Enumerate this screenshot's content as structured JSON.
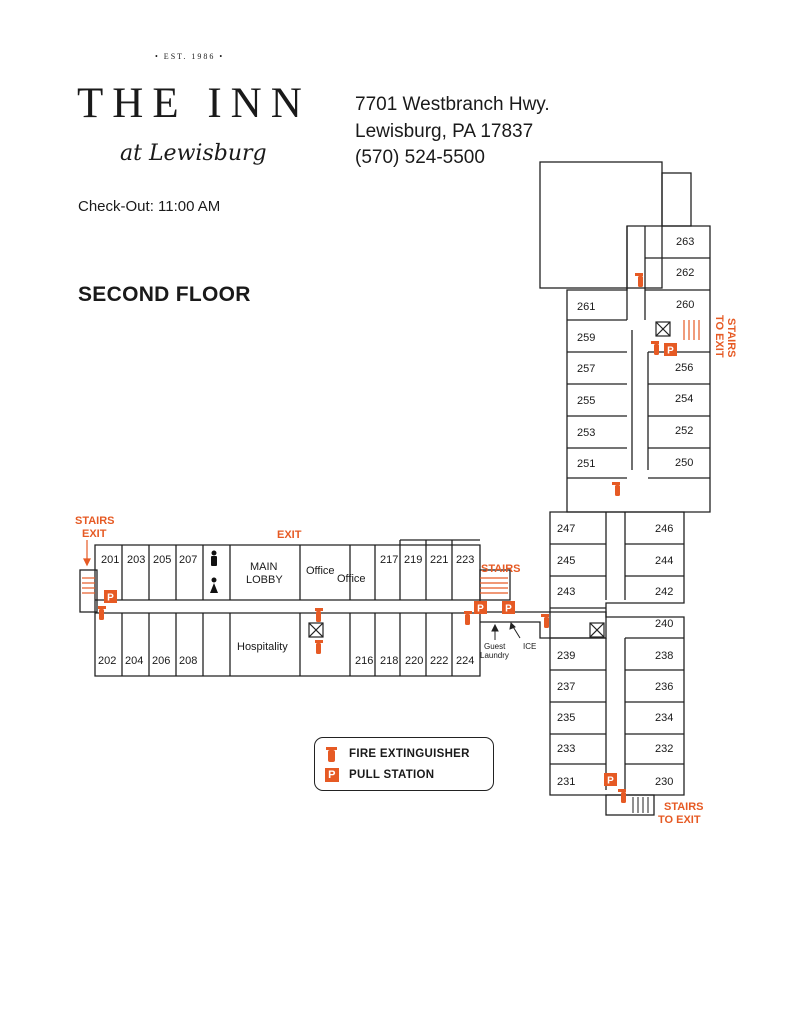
{
  "header": {
    "established": "• EST. 1986 •",
    "logo_main": "THE INN",
    "logo_script": "at Lewisburg",
    "address_line1": "7701 Westbranch Hwy.",
    "address_line2": "Lewisburg, PA 17837",
    "phone": "(570) 524-5500",
    "checkout": "Check-Out: 11:00 AM",
    "floor_title": "SECOND FLOOR"
  },
  "colors": {
    "accent": "#e65a24",
    "line": "#222222"
  },
  "icons": [
    "fire-extinguisher-icon",
    "pull-station-icon",
    "restroom-man-icon",
    "restroom-woman-icon",
    "elevator-icon",
    "stairs-icon"
  ],
  "rooms": {
    "r201": "201",
    "r203": "203",
    "r205": "205",
    "r207": "207",
    "r202": "202",
    "r204": "204",
    "r206": "206",
    "r208": "208",
    "r216": "216",
    "r217": "217",
    "r218": "218",
    "r219": "219",
    "r220": "220",
    "r221": "221",
    "r222": "222",
    "r223": "223",
    "r224": "224",
    "r231": "231",
    "r230": "230",
    "r233": "233",
    "r232": "232",
    "r235": "235",
    "r234": "234",
    "r237": "237",
    "r236": "236",
    "r239": "239",
    "r238": "238",
    "r240": "240",
    "r243": "243",
    "r242": "242",
    "r245": "245",
    "r244": "244",
    "r247": "247",
    "r246": "246",
    "r250": "250",
    "r251": "251",
    "r252": "252",
    "r253": "253",
    "r254": "254",
    "r255": "255",
    "r256": "256",
    "r257": "257",
    "r259": "259",
    "r260": "260",
    "r261": "261",
    "r262": "262",
    "r263": "263"
  },
  "labels": {
    "main": "MAIN",
    "lobby": "LOBBY",
    "office1": "Office",
    "office2": "Office",
    "hospitality": "Hospitality",
    "guest": "Guest",
    "laundry": "Laundry",
    "ice": "ICE",
    "stairs_west": "STAIRS",
    "exit_west": "EXIT",
    "exit_lobby": "EXIT",
    "stairs_center": "STAIRS",
    "stairs_south_1": "STAIRS",
    "stairs_south_2": "TO EXIT",
    "stairs_north_1": "STAIRS",
    "stairs_north_2": "TO EXIT",
    "pull_letter": "P"
  },
  "legend": {
    "fire_extinguisher": "FIRE EXTINGUISHER",
    "pull_station": "PULL STATION"
  }
}
